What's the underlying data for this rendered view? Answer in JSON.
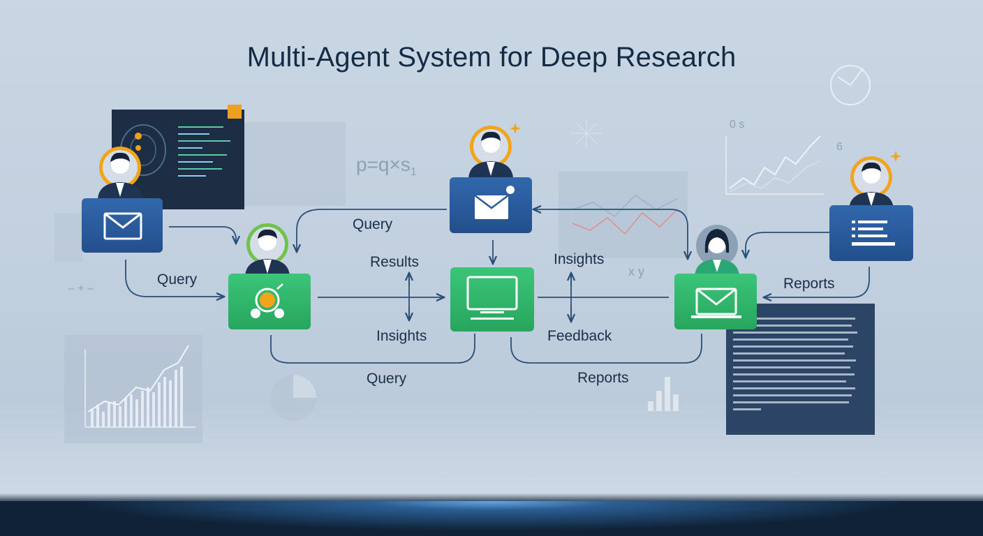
{
  "title": "Multi-Agent System for Deep Research",
  "edges": {
    "query_left": "Query",
    "query_top": "Query",
    "results": "Results",
    "insights_bottom": "Insights",
    "insights_top": "Insights",
    "feedback": "Feedback",
    "query_bottom": "Query",
    "reports_bottom": "Reports",
    "reports_right": "Reports"
  },
  "decor": {
    "formula": "p=q×s",
    "formula_sub": "1",
    "plus_minus": "– + –",
    "xy": "x y",
    "one_on": "0 s",
    "six": "6"
  },
  "colors": {
    "blue_box": "#2a5c9c",
    "green_box": "#2fb56a",
    "halo": "#f2a51a",
    "line": "#294f78"
  }
}
